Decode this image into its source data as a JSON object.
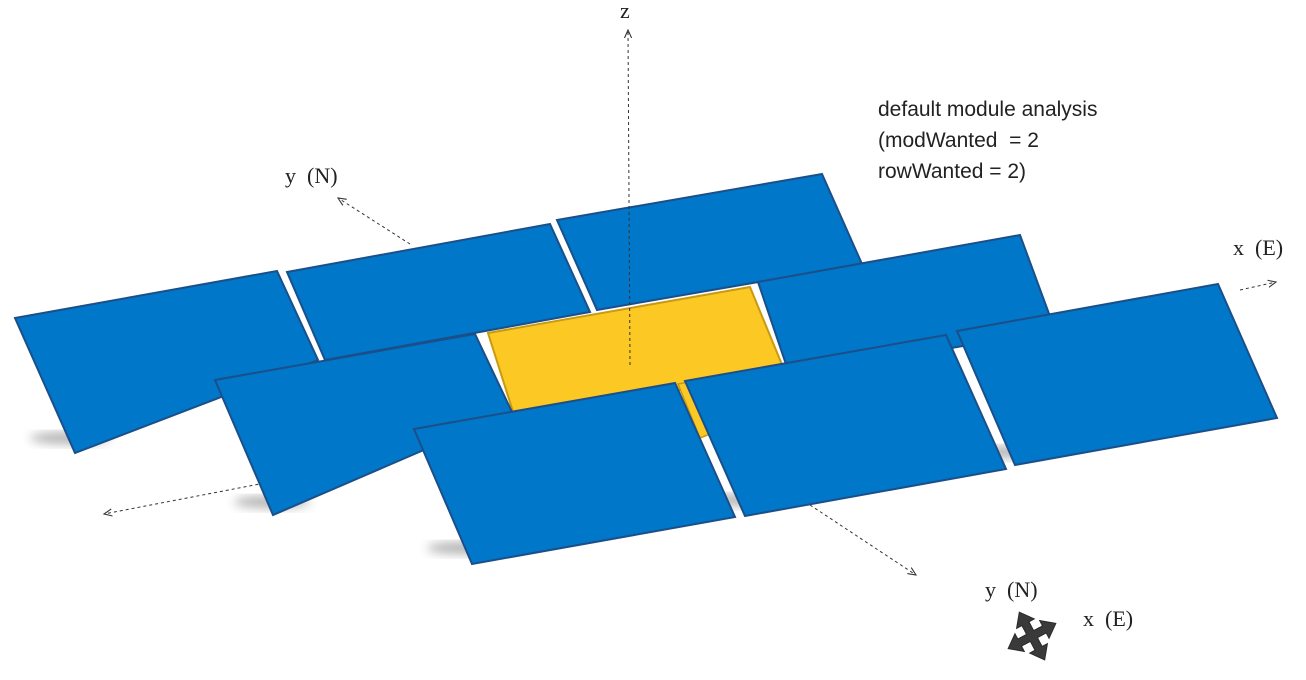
{
  "axes": {
    "z_label": "z",
    "y_label": "y  (N)",
    "x_label": "x  (E)"
  },
  "annotation": {
    "line1": "default module analysis",
    "line2": "(modWanted  = 2",
    "line3": "rowWanted = 2)"
  },
  "compass": {
    "y_label": "y  (N)",
    "x_label": "x  (E)",
    "icon": "four-way-arrow-icon"
  },
  "colors": {
    "module_fill": "#0077c8",
    "module_edge": "#1b4f8a",
    "analyzed_module_fill": "#fcc823",
    "analyzed_module_edge": "#c99a10",
    "axis_line": "#333333"
  },
  "modules": {
    "total": 9,
    "analyzed_index": 4
  }
}
